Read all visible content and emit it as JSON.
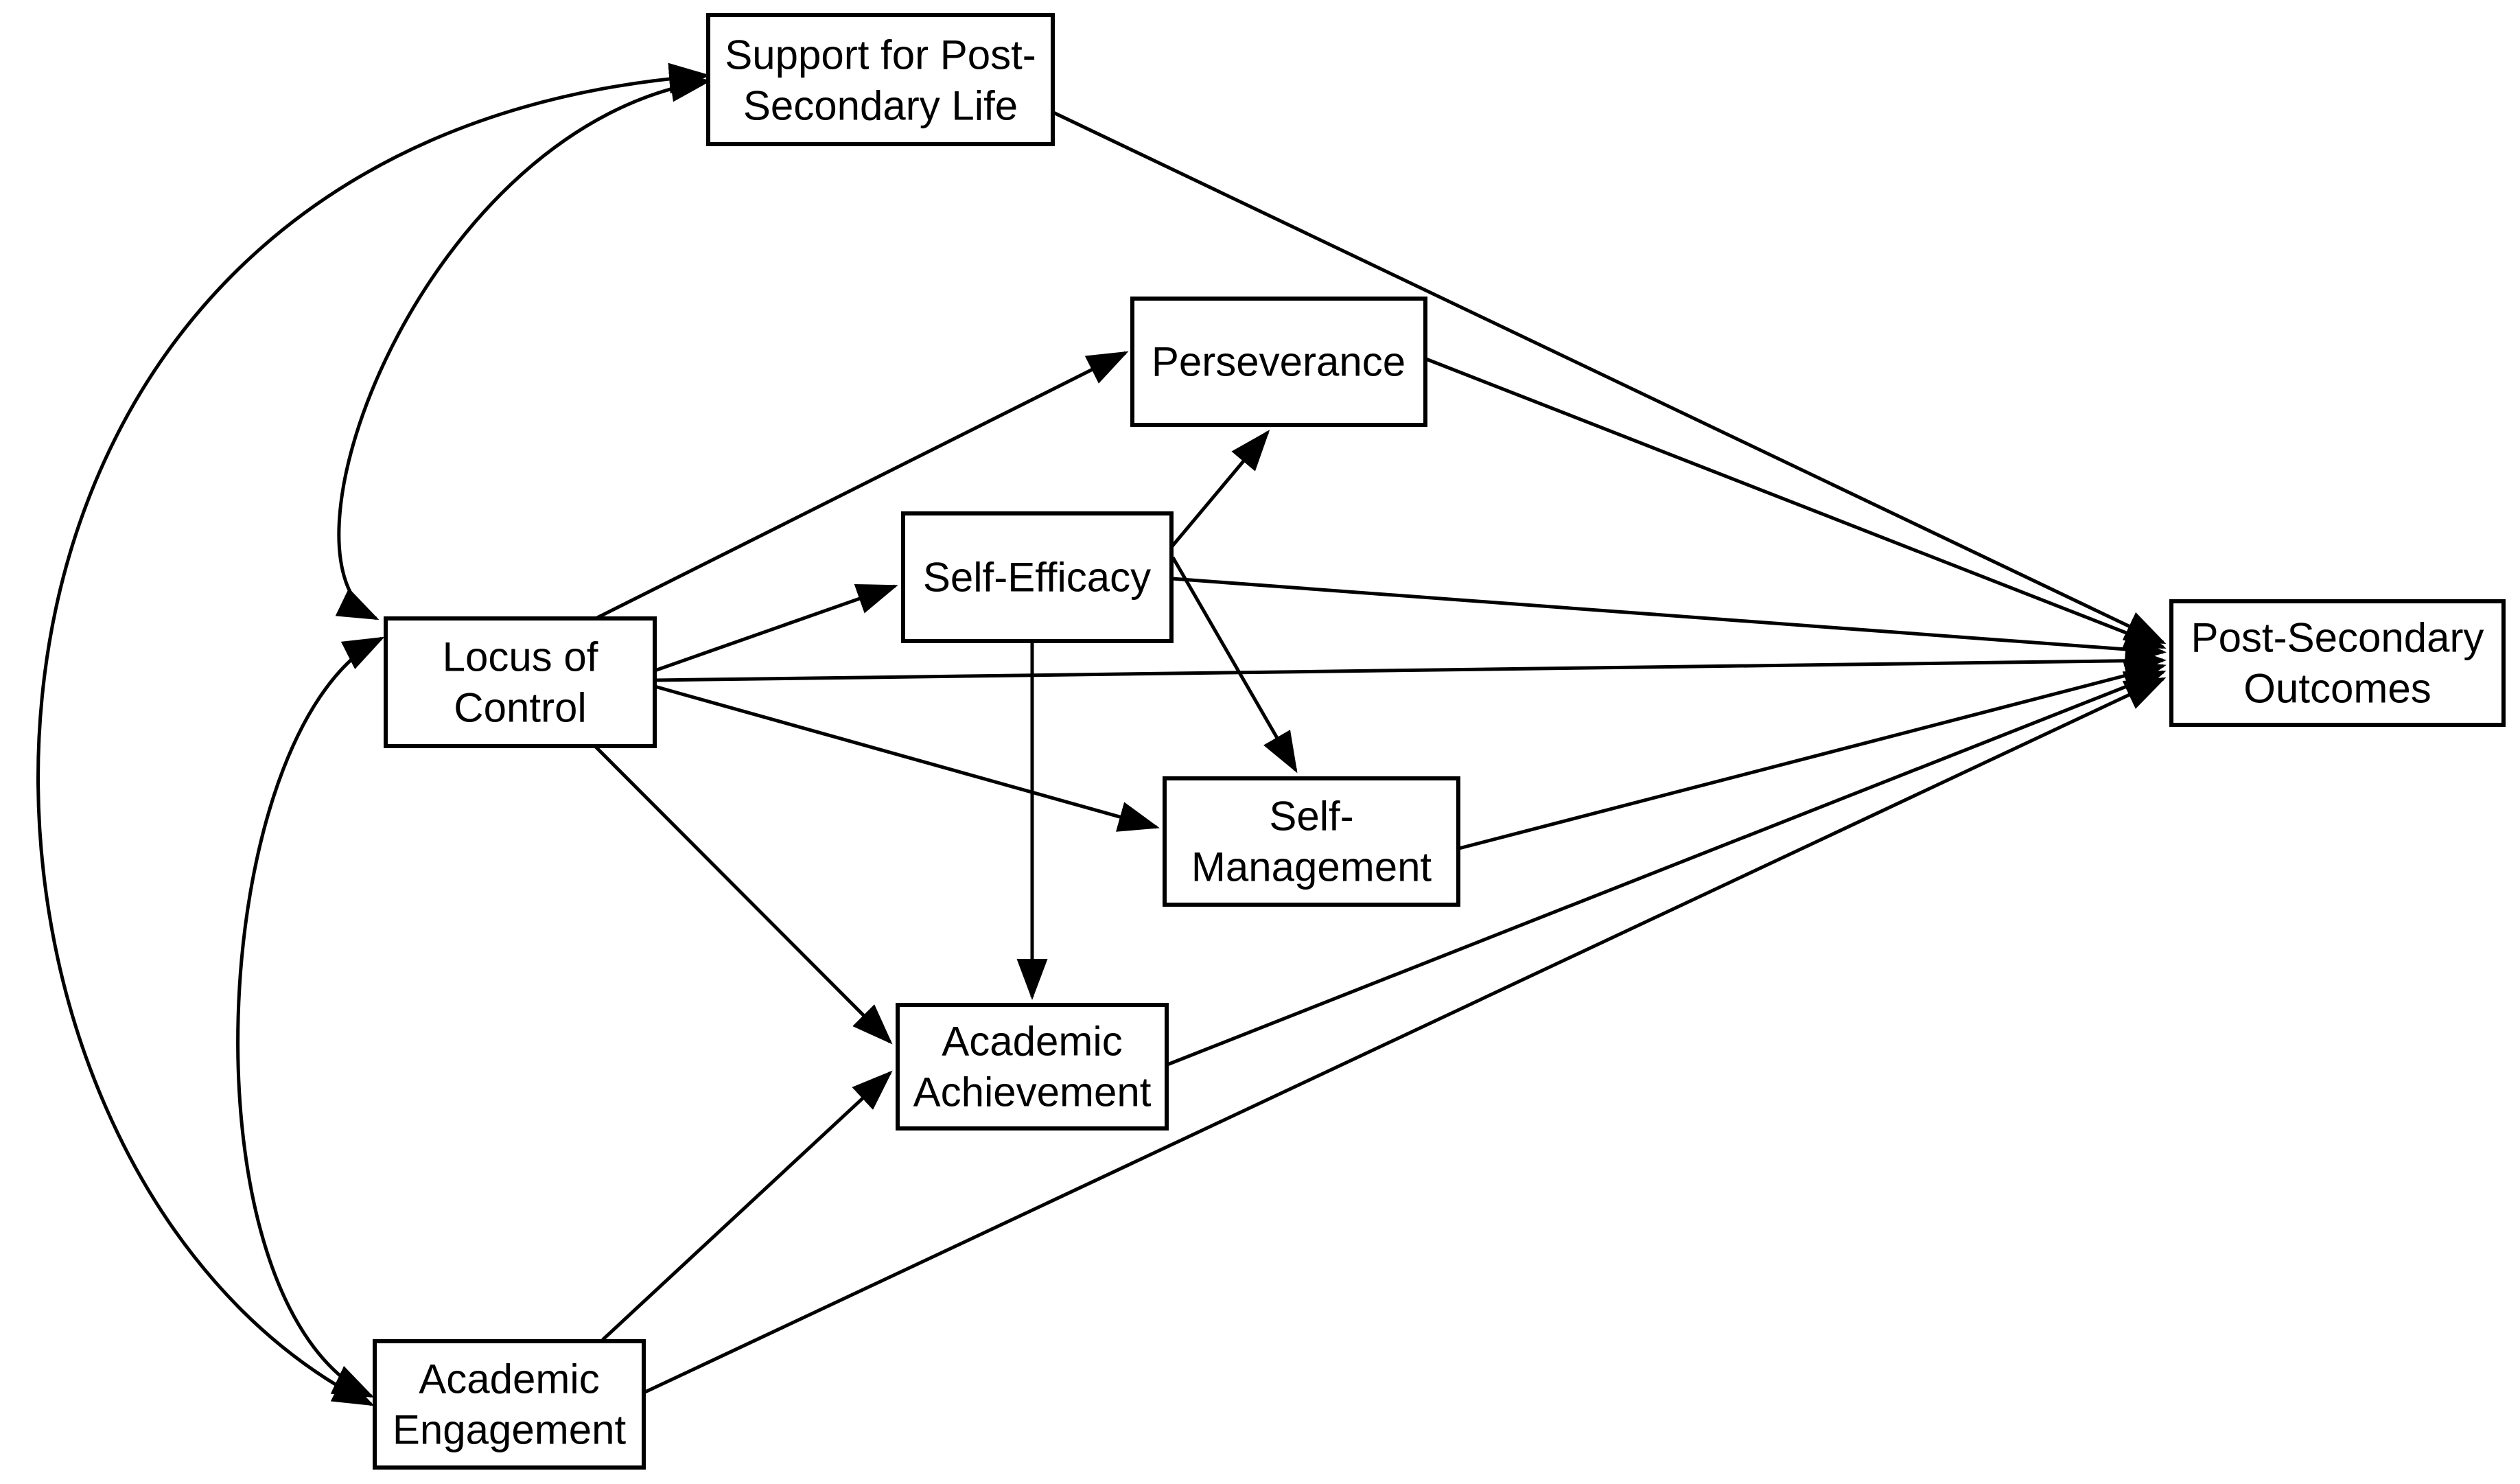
{
  "page": {
    "background_color": "#ffffff"
  },
  "diagram": {
    "type": "path-model",
    "colors": {
      "line": "#000000",
      "box_border": "#000000",
      "box_fill": "#ffffff",
      "text": "#000000"
    },
    "nodes": {
      "support": {
        "line1": "Support for Post-",
        "line2": "Secondary Life"
      },
      "perseverance": {
        "line1": "Perseverance"
      },
      "self_efficacy": {
        "line1": "Self-Efficacy"
      },
      "locus": {
        "line1": "Locus of",
        "line2": "Control"
      },
      "self_management": {
        "line1": "Self-",
        "line2": "Management"
      },
      "achievement": {
        "line1": "Academic",
        "line2": "Achievement"
      },
      "engagement": {
        "line1": "Academic",
        "line2": "Engagement"
      },
      "outcomes": {
        "line1": "Post-Secondary",
        "line2": "Outcomes"
      }
    },
    "edges": [
      {
        "from": "Locus of Control",
        "to": "Perseverance",
        "type": "directed"
      },
      {
        "from": "Locus of Control",
        "to": "Self-Efficacy",
        "type": "directed"
      },
      {
        "from": "Locus of Control",
        "to": "Self-Management",
        "type": "directed"
      },
      {
        "from": "Locus of Control",
        "to": "Academic Achievement",
        "type": "directed"
      },
      {
        "from": "Locus of Control",
        "to": "Post-Secondary Outcomes",
        "type": "directed"
      },
      {
        "from": "Self-Efficacy",
        "to": "Perseverance",
        "type": "directed"
      },
      {
        "from": "Self-Efficacy",
        "to": "Self-Management",
        "type": "directed"
      },
      {
        "from": "Self-Efficacy",
        "to": "Academic Achievement",
        "type": "directed"
      },
      {
        "from": "Self-Efficacy",
        "to": "Post-Secondary Outcomes",
        "type": "directed"
      },
      {
        "from": "Perseverance",
        "to": "Post-Secondary Outcomes",
        "type": "directed"
      },
      {
        "from": "Self-Management",
        "to": "Post-Secondary Outcomes",
        "type": "directed"
      },
      {
        "from": "Academic Achievement",
        "to": "Post-Secondary Outcomes",
        "type": "directed"
      },
      {
        "from": "Academic Engagement",
        "to": "Academic Achievement",
        "type": "directed"
      },
      {
        "from": "Academic Engagement",
        "to": "Post-Secondary Outcomes",
        "type": "directed"
      },
      {
        "from": "Support for Post-Secondary Life",
        "to": "Post-Secondary Outcomes",
        "type": "directed"
      },
      {
        "from": "Support for Post-Secondary Life",
        "to": "Locus of Control",
        "type": "covariance-curved"
      },
      {
        "from": "Locus of Control",
        "to": "Academic Engagement",
        "type": "covariance-curved"
      },
      {
        "from": "Support for Post-Secondary Life",
        "to": "Academic Engagement",
        "type": "covariance-curved"
      }
    ]
  }
}
